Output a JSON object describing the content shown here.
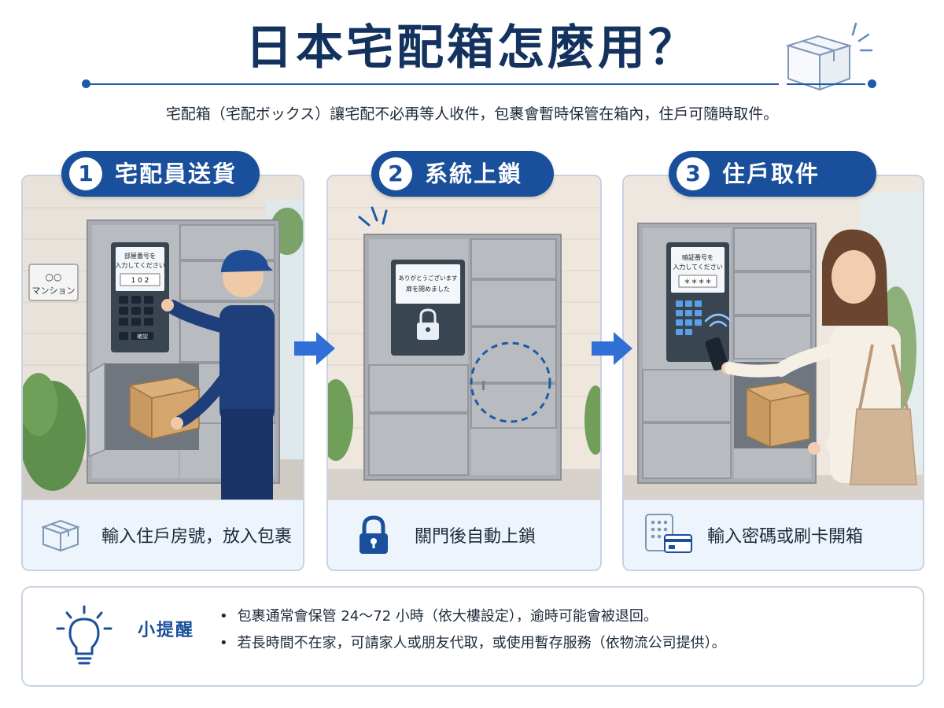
{
  "header": {
    "title": "日本宅配箱怎麼用？",
    "subtitle": "宅配箱（宅配ボックス）讓宅配不必再等人收件，包裹會暫時保管在箱內，住戶可隨時取件。"
  },
  "steps": [
    {
      "number": "1",
      "label": "宅配員送貨",
      "caption": "輸入住戶房號，放入包裹",
      "caption_icon": "package-icon",
      "scene": {
        "building_sign_line1": "○○",
        "building_sign_line2": "マンション",
        "screen_line1": "部屋番号を",
        "screen_line2": "入力してください",
        "screen_value": "1 0 2",
        "keypad_confirm": "確認"
      }
    },
    {
      "number": "2",
      "label": "系統上鎖",
      "caption": "關門後自動上鎖",
      "caption_icon": "lock-icon",
      "scene": {
        "screen_line1": "ありがとうございます",
        "screen_line2": "扉を閉めました"
      }
    },
    {
      "number": "3",
      "label": "住戶取件",
      "caption": "輸入密碼或刷卡開箱",
      "caption_icon": "keypad-card-icon",
      "scene": {
        "screen_line1": "暗証番号を",
        "screen_line2": "入力してください",
        "screen_value": "＊＊＊＊"
      }
    }
  ],
  "tip": {
    "title": "小提醒",
    "items": [
      "包裹通常會保管 24～72 小時（依大樓設定），逾時可能會被退回。",
      "若長時間不在家，可請家人或朋友代取，或使用暫存服務（依物流公司提供）。"
    ]
  },
  "colors": {
    "brand_navy": "#14325e",
    "accent_blue": "#1a4f9c",
    "arrow_blue": "#2f6fd6",
    "panel_border": "#c6d3e3",
    "caption_bg": "#eef4fb"
  }
}
